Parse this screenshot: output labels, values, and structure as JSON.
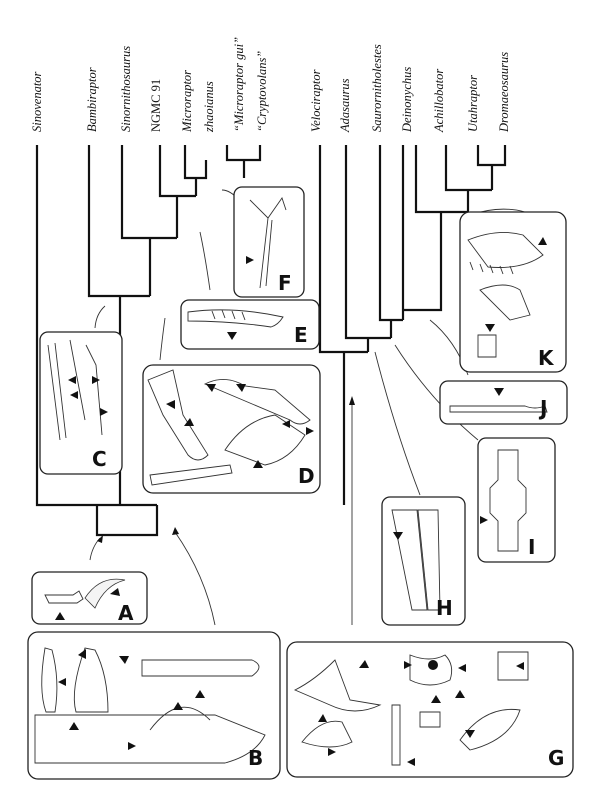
{
  "taxa": [
    {
      "label": "Sinovenator",
      "italic": true
    },
    {
      "label": "Bambiraptor",
      "italic": true
    },
    {
      "label": "Sinornithosaurus",
      "italic": true
    },
    {
      "label": "NGMC 91",
      "italic": false
    },
    {
      "label": "Microraptor zhaoianus",
      "italic": true
    },
    {
      "label": "“Microraptor gui”",
      "italic": true
    },
    {
      "label": "“Cryptovolans”",
      "italic": true
    },
    {
      "label": "Velociraptor",
      "italic": true
    },
    {
      "label": "Adasaurus",
      "italic": true
    },
    {
      "label": "Saurornitholestes",
      "italic": true
    },
    {
      "label": "Deinonychus",
      "italic": true
    },
    {
      "label": "Achillobator",
      "italic": true
    },
    {
      "label": "Utahraptor",
      "italic": true
    },
    {
      "label": "Dromaeosaurus",
      "italic": true
    }
  ],
  "panels": {
    "A": "A",
    "B": "B",
    "C": "C",
    "D": "D",
    "E": "E",
    "F": "F",
    "G": "G",
    "H": "H",
    "I": "I",
    "J": "J",
    "K": "K"
  },
  "colors": {
    "line": "#111111",
    "background": "#ffffff"
  }
}
